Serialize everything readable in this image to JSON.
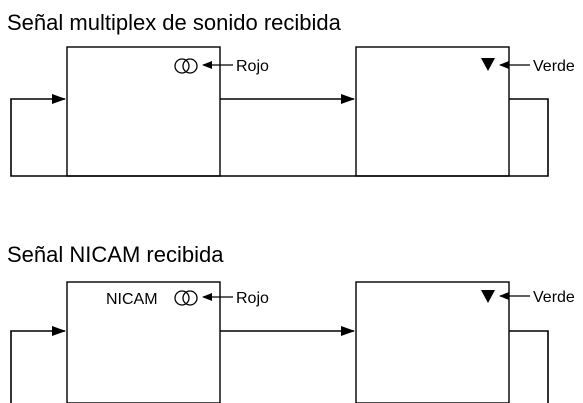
{
  "sections": [
    {
      "title": "Señal multiplex de sonido recibida",
      "left_box": {
        "indicator_text": "",
        "indicator_icon": "stereo-circles-icon",
        "callout": "Rojo"
      },
      "right_box": {
        "indicator_icon": "down-triangle-icon",
        "callout": "Verde"
      }
    },
    {
      "title": "Señal NICAM recibida",
      "left_box": {
        "indicator_text": "NICAM",
        "indicator_icon": "stereo-circles-icon",
        "callout": "Rojo"
      },
      "right_box": {
        "indicator_icon": "down-triangle-icon",
        "callout": "Verde"
      }
    }
  ]
}
